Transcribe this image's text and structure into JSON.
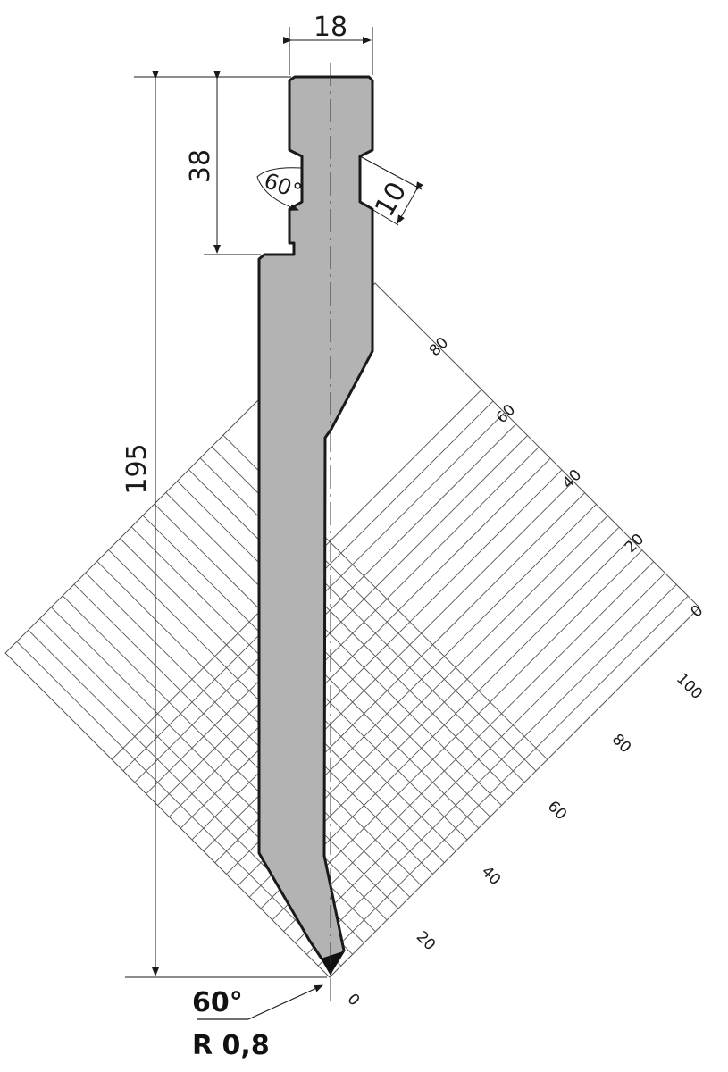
{
  "dimensions": {
    "top_width": "18",
    "total_height": "195",
    "clamp_height": "38",
    "groove_angle": "60°",
    "groove_depth": "10"
  },
  "tip": {
    "angle": "60°",
    "radius": "R 0,8"
  },
  "grid_scale": {
    "upper_right": [
      "80",
      "60",
      "40",
      "20",
      "0"
    ],
    "lower_right": [
      "100",
      "80",
      "60",
      "40",
      "20",
      "0"
    ]
  },
  "colors": {
    "tool_fill": "#b3b3b3",
    "outline": "#1a1a1a",
    "grid": "#555555"
  }
}
